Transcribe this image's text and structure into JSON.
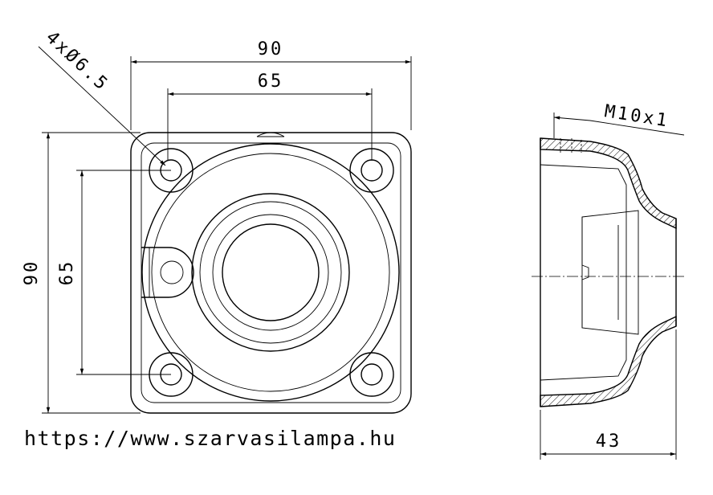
{
  "dimensions": {
    "top_width": "90",
    "hole_spacing_horizontal": "65",
    "left_height": "90",
    "hole_spacing_vertical": "65",
    "holes": "4xØ6.5",
    "thread": "M10x1",
    "side_depth": "43"
  },
  "website": "https://www.szarvasilampa.hu"
}
